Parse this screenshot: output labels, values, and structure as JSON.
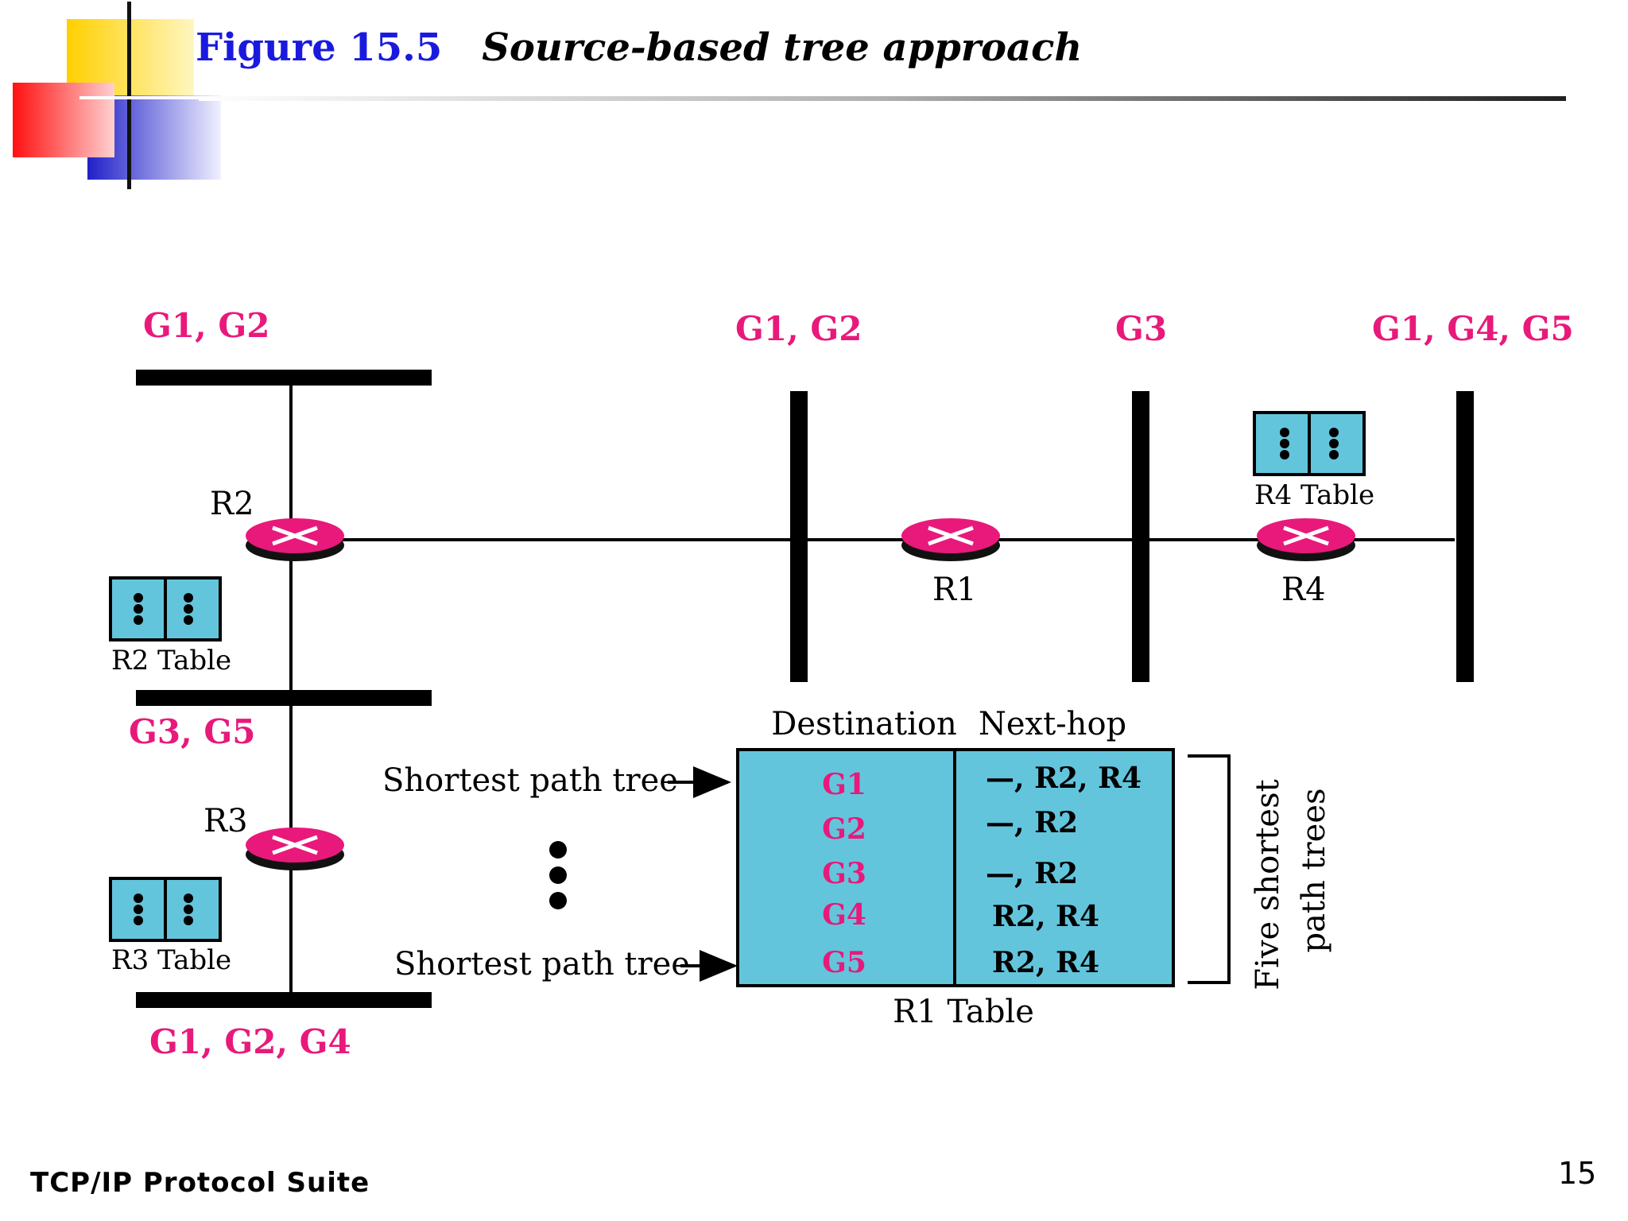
{
  "title": {
    "figure": "Figure 15.5",
    "caption": "Source-based tree approach"
  },
  "footer": {
    "suite": "TCP/IP Protocol Suite",
    "page": "15"
  },
  "networks": {
    "top_left": "G1, G2",
    "mid_left": "G3, G5",
    "bottom_left": "G1, G2, G4",
    "center": "G1, G2",
    "g3": "G3",
    "right": "G1, G4, G5"
  },
  "routers": {
    "r1": "R1",
    "r2": "R2",
    "r3": "R3",
    "r4": "R4"
  },
  "tables": {
    "r2": "R2 Table",
    "r3": "R3 Table",
    "r4": "R4 Table",
    "r1": "R1 Table"
  },
  "r1_table": {
    "headers": {
      "dest": "Destination",
      "next": "Next-hop"
    },
    "rows": [
      {
        "dest": "G1",
        "next": "—, R2, R4"
      },
      {
        "dest": "G2",
        "next": "—, R2"
      },
      {
        "dest": "G3",
        "next": "—, R2"
      },
      {
        "dest": "G4",
        "next": "R2, R4"
      },
      {
        "dest": "G5",
        "next": "R2, R4"
      }
    ]
  },
  "labels": {
    "spt_top": "Shortest path tree",
    "spt_bottom": "Shortest path tree",
    "brace_line1": "Five shortest",
    "brace_line2": "path trees"
  },
  "colors": {
    "accent": "#e8197b",
    "table_fill": "#63c5dc",
    "title_blue": "#1a1adf"
  }
}
